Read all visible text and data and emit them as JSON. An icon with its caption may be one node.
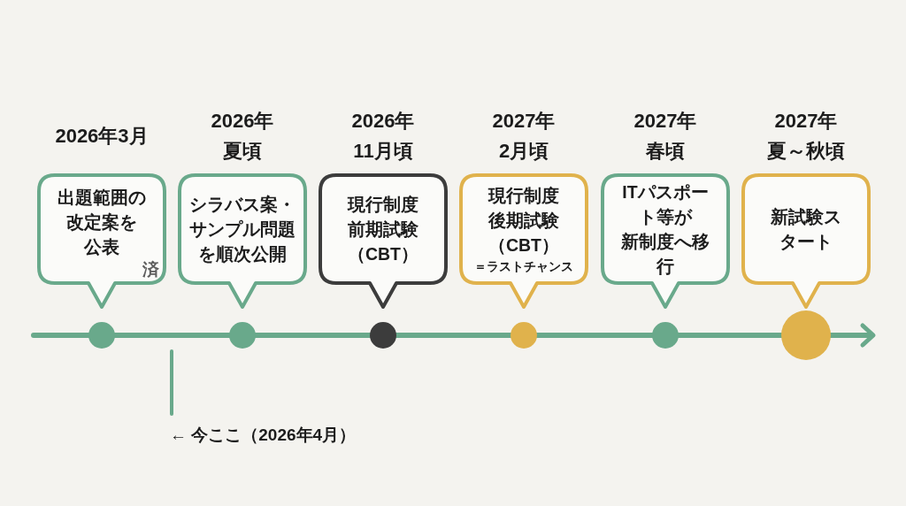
{
  "diagram": {
    "nodes": [
      {
        "text": [
          "2026年3月",
          "出題範囲の改定案を公表",
          "済"
        ]
      },
      {
        "text": [
          "2026年夏頃",
          "シラバス案・サンプル問題を順次公開"
        ]
      },
      {
        "text": [
          "2026年11月頃",
          "現行制度前期試験（CBT）"
        ]
      },
      {
        "text": [
          "2027年2月頃",
          "現行制度後期試験（CBT）",
          "＝ラストチャンス"
        ]
      },
      {
        "text": [
          "2027年春頃",
          "ITパスポート等が新制度へ移行"
        ]
      },
      {
        "text": [
          "2027年夏～秋頃",
          "新試験スタート"
        ]
      }
    ],
    "labels": [
      "← 今ここ（2026年4月）"
    ]
  }
}
